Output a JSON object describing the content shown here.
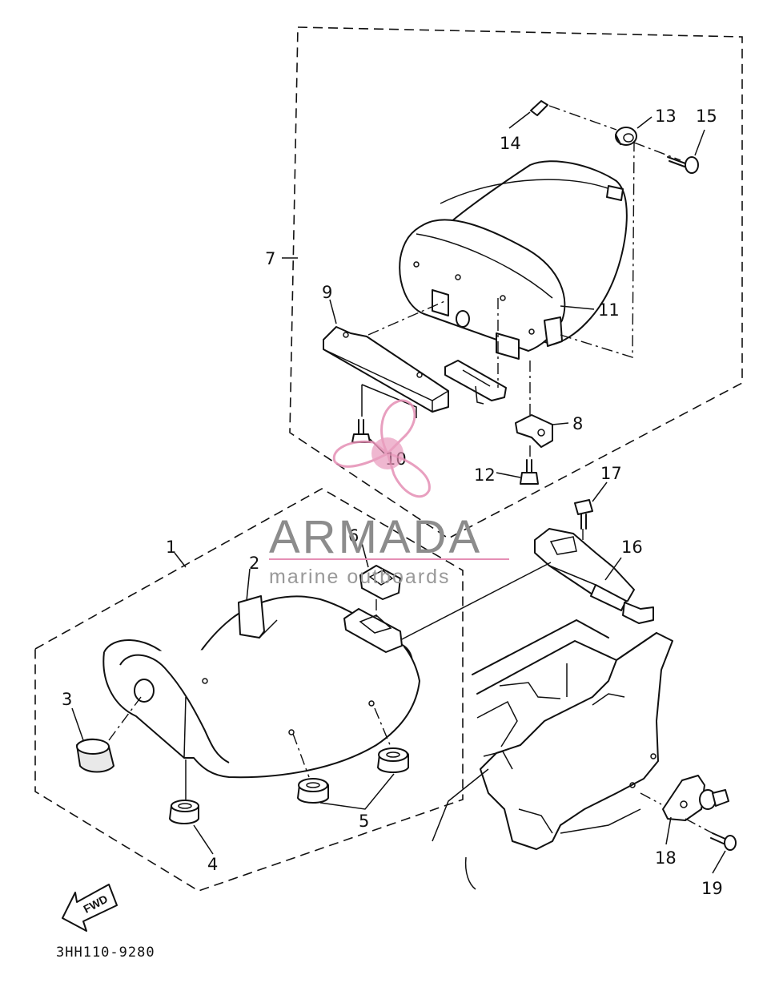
{
  "diagram": {
    "drawing_code": "3HH110-9280",
    "fwd_label": "FWD",
    "callouts": [
      "1",
      "2",
      "3",
      "4",
      "5",
      "6",
      "7",
      "8",
      "9",
      "10",
      "11",
      "12",
      "13",
      "14",
      "15",
      "16",
      "17",
      "18",
      "19"
    ]
  },
  "watermark": {
    "brand": "ARMADA",
    "tagline": "marine outboards",
    "brand_color": "#8c8c8c",
    "accent_color": "#e58fb5"
  }
}
